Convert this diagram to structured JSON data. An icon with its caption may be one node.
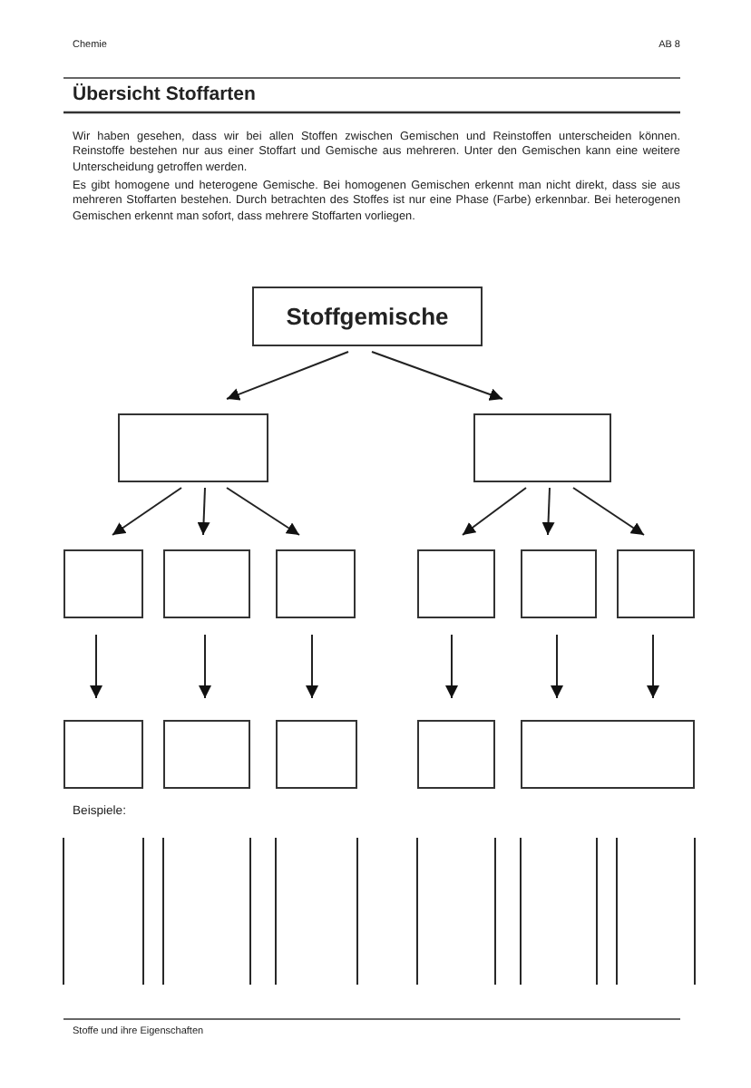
{
  "diagram": {
    "title": "Übersicht Stoffarten",
    "nodes": [
      {
        "text": [
          "Stoffgemische"
        ]
      },
      {
        "text": [],
        "shape": "box"
      },
      {
        "text": [],
        "shape": "box"
      },
      {
        "text": [],
        "shape": "box"
      },
      {
        "text": [],
        "shape": "box"
      },
      {
        "text": [],
        "shape": "box"
      },
      {
        "text": [],
        "shape": "box"
      },
      {
        "text": [],
        "shape": "box"
      },
      {
        "text": [],
        "shape": "box"
      },
      {
        "text": [],
        "shape": "box"
      },
      {
        "text": [],
        "shape": "box"
      },
      {
        "text": [],
        "shape": "box"
      },
      {
        "text": [],
        "shape": "box"
      },
      {
        "text": [],
        "shape": "box"
      }
    ],
    "edges": [
      {
        "from": 0,
        "to": 1,
        "arrow": "to"
      },
      {
        "from": 0,
        "to": 2,
        "arrow": "to"
      },
      {
        "from": 1,
        "to": 3,
        "arrow": "to"
      },
      {
        "from": 1,
        "to": 4,
        "arrow": "to"
      },
      {
        "from": 1,
        "to": 5,
        "arrow": "to"
      },
      {
        "from": 2,
        "to": 6,
        "arrow": "to"
      },
      {
        "from": 2,
        "to": 7,
        "arrow": "to"
      },
      {
        "from": 2,
        "to": 8,
        "arrow": "to"
      },
      {
        "from": 3,
        "to": 9,
        "arrow": "to"
      },
      {
        "from": 4,
        "to": 10,
        "arrow": "to"
      },
      {
        "from": 5,
        "to": 11,
        "arrow": "to"
      },
      {
        "from": 6,
        "to": 12,
        "arrow": "to"
      },
      {
        "from": 7,
        "to": 13,
        "arrow": "to"
      },
      {
        "from": 8,
        "to": 13,
        "arrow": "to"
      }
    ],
    "labels": [
      "Chemie",
      "AB 8",
      "Wir haben gesehen, dass wir bei allen Stoffen zwischen Gemischen und Reinstoffen unterscheiden können. Reinstoffe bestehen nur aus einer Stoffart und Gemische aus mehreren. Unter den Gemischen kann eine weitere Unterscheidung getroffen werden.",
      "Es gibt homogene und heterogene Gemische. Bei homogenen Gemischen erkennt man nicht direkt, dass sie aus mehreren Stoffarten bestehen. Durch betrachten des Stoffes ist nur eine Phase (Farbe) erkennbar. Bei heterogenen Gemischen erkennt man sofort, dass mehrere Stoffarten vorliegen.",
      "Beispiele:",
      "Stoffe und ihre Eigenschaften"
    ]
  }
}
